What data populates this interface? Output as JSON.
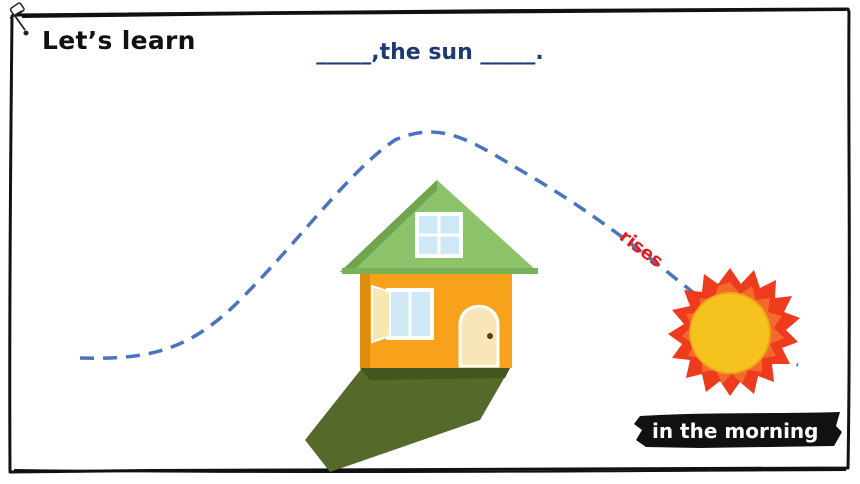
{
  "slide": {
    "heading": "Let’s learn",
    "sentence": "_____,the sun _____.",
    "verb_label": "rises",
    "time_label": "in the morning"
  },
  "colors": {
    "border": "#111111",
    "sentence_text": "#1f3a73",
    "path_dash": "#4a74c0",
    "verb_text": "#e8191c",
    "roof": "#8bc26a",
    "wall": "#f7a21a",
    "ground": "#55692b",
    "sun_core": "#f6c21e",
    "sun_rays": "#ee3a1d"
  },
  "icons": {
    "pin": "pushpin-icon",
    "house": "house-illustration",
    "sun": "sun-illustration"
  }
}
